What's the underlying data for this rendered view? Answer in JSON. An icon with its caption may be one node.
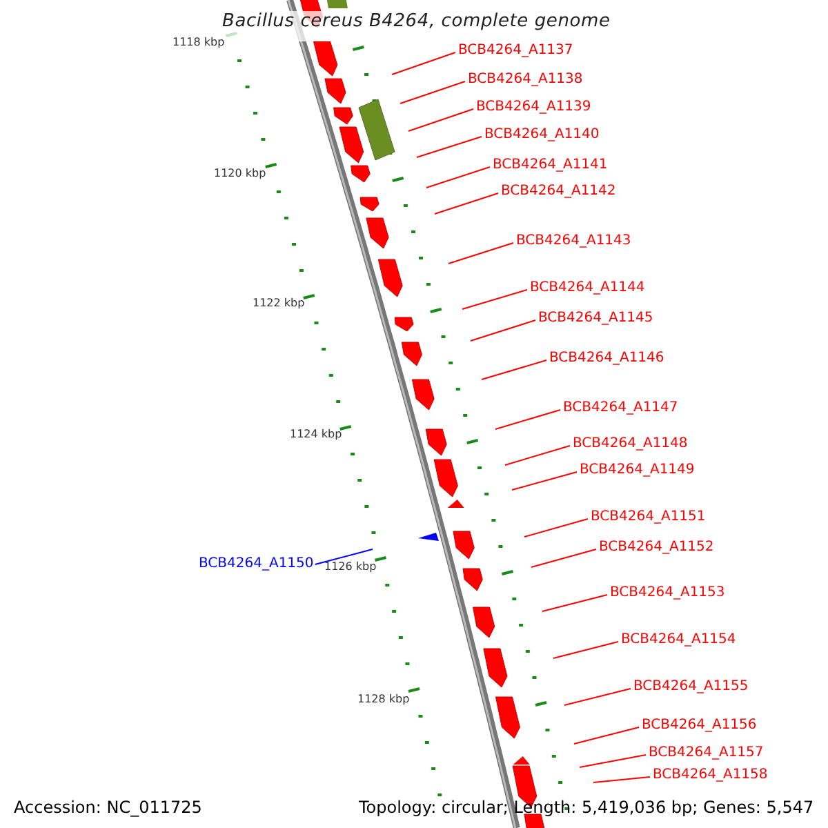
{
  "diagram": {
    "title": "Bacillus cereus B4264, complete genome",
    "nodes": [
      {
        "text": [
          "BCB4264_A1137"
        ]
      },
      {
        "text": [
          "BCB4264_A1138"
        ]
      },
      {
        "text": [
          "BCB4264_A1139"
        ]
      },
      {
        "text": [
          "BCB4264_A1140"
        ]
      },
      {
        "text": [
          "BCB4264_A1141"
        ]
      },
      {
        "text": [
          "BCB4264_A1142"
        ]
      },
      {
        "text": [
          "BCB4264_A1143"
        ]
      },
      {
        "text": [
          "BCB4264_A1144"
        ]
      },
      {
        "text": [
          "BCB4264_A1145"
        ]
      },
      {
        "text": [
          "BCB4264_A1146"
        ]
      },
      {
        "text": [
          "BCB4264_A1147"
        ]
      },
      {
        "text": [
          "BCB4264_A1148"
        ]
      },
      {
        "text": [
          "BCB4264_A1149"
        ]
      },
      {
        "text": [
          "BCB4264_A1151"
        ]
      },
      {
        "text": [
          "BCB4264_A1152"
        ]
      },
      {
        "text": [
          "BCB4264_A1150"
        ]
      },
      {
        "text": [
          "BCB4264_A1153"
        ]
      },
      {
        "text": [
          "BCB4264_A1154"
        ]
      },
      {
        "text": [
          "BCB4264_A1155"
        ]
      },
      {
        "text": [
          "BCB4264_A1156"
        ]
      },
      {
        "text": [
          "BCB4264_A1157"
        ]
      },
      {
        "text": [
          "BCB4264_A1158"
        ]
      }
    ],
    "edges": [
      {
        "from": 0,
        "to": null,
        "arrow": "none"
      },
      {
        "from": 1,
        "to": null,
        "arrow": "none"
      },
      {
        "from": 2,
        "to": null,
        "arrow": "none"
      },
      {
        "from": 3,
        "to": null,
        "arrow": "none"
      },
      {
        "from": 4,
        "to": null,
        "arrow": "none"
      },
      {
        "from": 5,
        "to": null,
        "arrow": "none"
      },
      {
        "from": 6,
        "to": null,
        "arrow": "none"
      },
      {
        "from": 7,
        "to": null,
        "arrow": "none"
      },
      {
        "from": 8,
        "to": null,
        "arrow": "none"
      },
      {
        "from": 9,
        "to": null,
        "arrow": "none"
      },
      {
        "from": 10,
        "to": null,
        "arrow": "none"
      },
      {
        "from": 11,
        "to": null,
        "arrow": "none"
      },
      {
        "from": 12,
        "to": null,
        "arrow": "none"
      },
      {
        "from": 13,
        "to": null,
        "arrow": "none"
      },
      {
        "from": 14,
        "to": null,
        "arrow": "none"
      },
      {
        "from": 15,
        "to": null,
        "arrow": "none",
        "color": "#0000ff"
      },
      {
        "from": 16,
        "to": null,
        "arrow": "none"
      },
      {
        "from": 17,
        "to": null,
        "arrow": "none"
      },
      {
        "from": 18,
        "to": null,
        "arrow": "none"
      },
      {
        "from": 19,
        "to": null,
        "arrow": "none"
      },
      {
        "from": 20,
        "to": null,
        "arrow": "none"
      },
      {
        "from": 21,
        "to": null,
        "arrow": "none"
      }
    ],
    "labels": [
      "1118 kbp",
      "1120 kbp",
      "1122 kbp",
      "1124 kbp",
      "1126 kbp",
      "1128 kbp",
      "Accession: NC_011725",
      "Topology: circular; Length: 5,419,036 bp; Genes: 5,547"
    ]
  }
}
